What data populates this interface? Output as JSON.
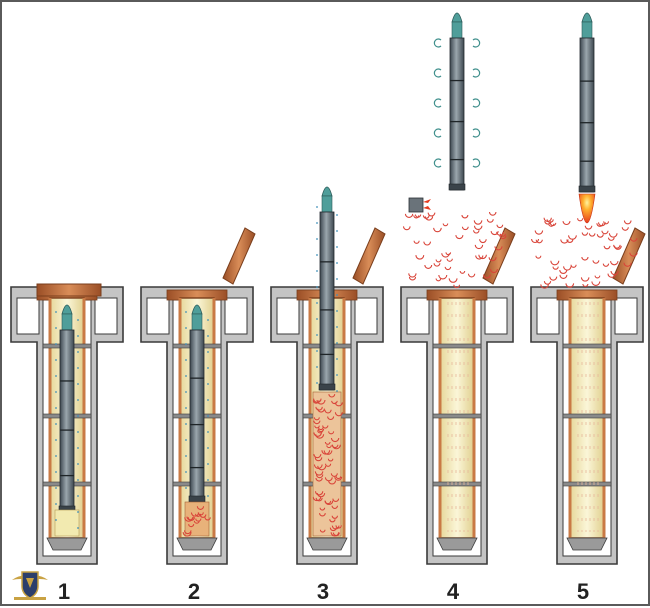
{
  "diagram": {
    "stage_labels": [
      "1",
      "2",
      "3",
      "4",
      "5"
    ]
  },
  "colors": {
    "silo_wall": "#c4c4c4",
    "silo_outline": "#3a3a3a",
    "copper": "#c97a45",
    "copper_dark": "#7a3e1c",
    "tube_fill": "#efe6b0",
    "missile_body": "#5b6770",
    "missile_nose": "#4f9e9a",
    "exhaust": "#e63a1e",
    "gas_bubble": "#d9453a",
    "spray": "#3f8fb8",
    "frame": "#5a5a5a"
  },
  "logo": {
    "icon": "shield-emblem-icon"
  }
}
